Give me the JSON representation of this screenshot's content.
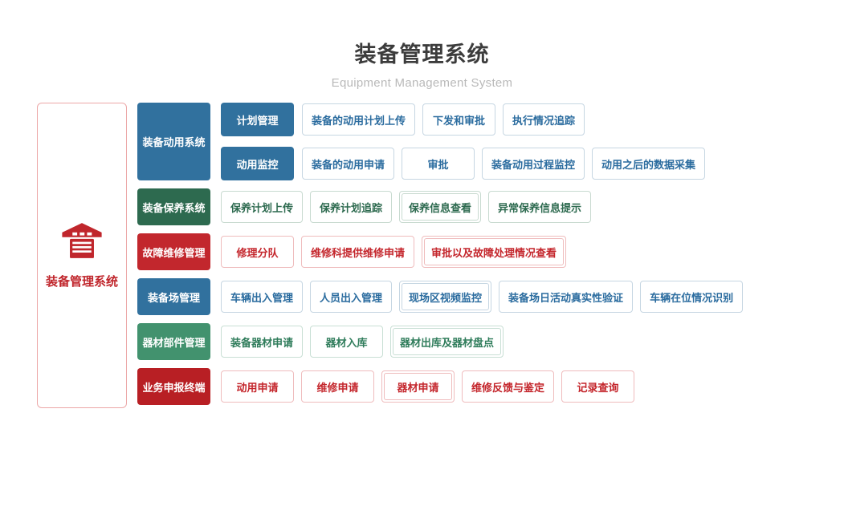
{
  "page": {
    "title": "装备管理系统",
    "subtitle": "Equipment Management System"
  },
  "sidebar": {
    "label": "装备管理系统",
    "icon": "warehouse-icon",
    "icon_color": "#c0262c",
    "border_color": "#eca7a7"
  },
  "themes": {
    "blue": {
      "solid": "#31719e",
      "text": "#2b6c9f",
      "border": "#c6d6e2"
    },
    "darkgreen": {
      "solid": "#2d6a4f",
      "text": "#2d6a4f",
      "border": "#c8dad0"
    },
    "red": {
      "solid": "#c2272d",
      "text": "#c4262c",
      "border": "#efbcbd"
    },
    "green": {
      "solid": "#42926e",
      "text": "#2f7c5b",
      "border": "#c8dfd4"
    },
    "darkred": {
      "solid": "#b81f24",
      "text": "#c4262c",
      "border": "#efbcbd"
    }
  },
  "groups": [
    {
      "id": "equipment-mobilization",
      "theme": "blue",
      "header": "装备动用系统",
      "subrows": [
        {
          "subheader": "计划管理",
          "items": [
            {
              "label": "装备的动用计划上传"
            },
            {
              "label": "下发和审批"
            },
            {
              "label": "执行情况追踪"
            }
          ]
        },
        {
          "subheader": "动用监控",
          "items": [
            {
              "label": "装备的动用申请"
            },
            {
              "label": "审批"
            },
            {
              "label": "装备动用过程监控"
            },
            {
              "label": "动用之后的数据采集"
            }
          ]
        }
      ]
    },
    {
      "id": "equipment-maintenance",
      "theme": "darkgreen",
      "header": "装备保养系统",
      "items": [
        {
          "label": "保养计划上传"
        },
        {
          "label": "保养计划追踪"
        },
        {
          "label": "保养信息查看",
          "double": true
        },
        {
          "label": "异常保养信息提示"
        }
      ]
    },
    {
      "id": "fault-repair",
      "theme": "red",
      "header": "故障维修管理",
      "items": [
        {
          "label": "修理分队"
        },
        {
          "label": "维修科提供维修申请"
        },
        {
          "label": "审批以及故障处理情况查看",
          "double": true
        }
      ]
    },
    {
      "id": "equipment-yard",
      "theme": "blue",
      "header": "装备场管理",
      "items": [
        {
          "label": "车辆出入管理"
        },
        {
          "label": "人员出入管理"
        },
        {
          "label": "现场区视频监控",
          "double": true
        },
        {
          "label": "装备场日活动真实性验证"
        },
        {
          "label": "车辆在位情况识别"
        }
      ]
    },
    {
      "id": "materials-parts",
      "theme": "green",
      "header": "器材部件管理",
      "items": [
        {
          "label": "装备器材申请"
        },
        {
          "label": "器材入库"
        },
        {
          "label": "器材出库及器材盘点",
          "double": true
        }
      ]
    },
    {
      "id": "business-terminal",
      "theme": "darkred",
      "header": "业务申报终端",
      "items": [
        {
          "label": "动用申请"
        },
        {
          "label": "维修申请"
        },
        {
          "label": "器材申请",
          "double": true
        },
        {
          "label": "维修反馈与鉴定"
        },
        {
          "label": "记录查询"
        }
      ]
    }
  ]
}
